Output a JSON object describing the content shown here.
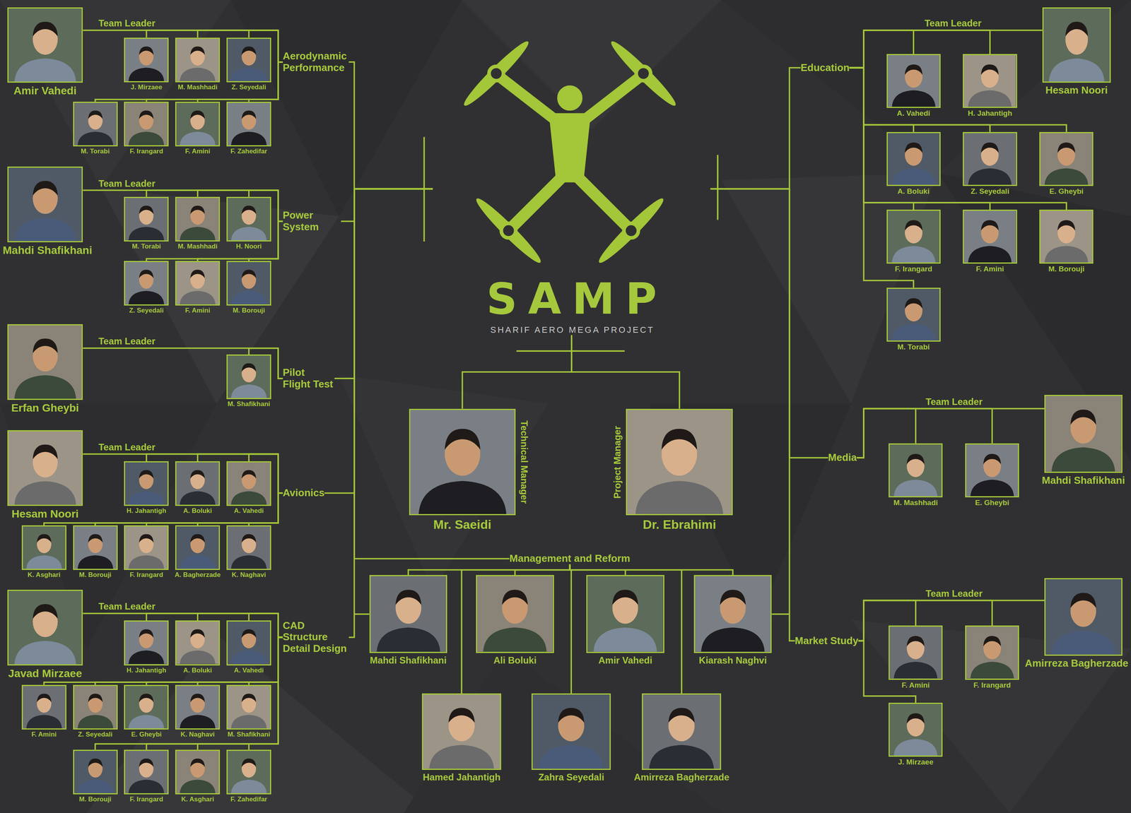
{
  "diagram": {
    "nodes": [
      {
        "text": [
          "SAMP",
          "SHARIF AERO MEGA PROJECT"
        ]
      },
      {
        "text": [
          "Aerodynamic Performance"
        ]
      },
      {
        "text": [
          "Amir Vahedi"
        ]
      },
      {
        "text": [
          "J. Mirzaee"
        ]
      },
      {
        "text": [
          "M. Mashhadi"
        ]
      },
      {
        "text": [
          "Z. Seyedali"
        ]
      },
      {
        "text": [
          "M. Torabi"
        ]
      },
      {
        "text": [
          "F. Irangard"
        ]
      },
      {
        "text": [
          "F. Amini"
        ]
      },
      {
        "text": [
          "F. Zahedifar"
        ]
      },
      {
        "text": [
          "Power System"
        ]
      },
      {
        "text": [
          "Mahdi Shafikhani"
        ]
      },
      {
        "text": [
          "M. Torabi"
        ]
      },
      {
        "text": [
          "M. Mashhadi"
        ]
      },
      {
        "text": [
          "H. Noori"
        ]
      },
      {
        "text": [
          "Z. Seyedali"
        ]
      },
      {
        "text": [
          "F. Amini"
        ]
      },
      {
        "text": [
          "M. Borouji"
        ]
      },
      {
        "text": [
          "Pilot Flight Test"
        ]
      },
      {
        "text": [
          "Erfan Gheybi"
        ]
      },
      {
        "text": [
          "M. Shafikhani"
        ]
      },
      {
        "text": [
          "Avionics"
        ]
      },
      {
        "text": [
          "Hesam Noori"
        ]
      },
      {
        "text": [
          "H. Jahantigh"
        ]
      },
      {
        "text": [
          "A. Boluki"
        ]
      },
      {
        "text": [
          "A. Vahedi"
        ]
      },
      {
        "text": [
          "K. Asghari"
        ]
      },
      {
        "text": [
          "M. Borouji"
        ]
      },
      {
        "text": [
          "F. Irangard"
        ]
      },
      {
        "text": [
          "A. Bagherzade"
        ]
      },
      {
        "text": [
          "K. Naghavi"
        ]
      },
      {
        "text": [
          "CAD Structure Detail Design"
        ]
      },
      {
        "text": [
          "Javad Mirzaee"
        ]
      },
      {
        "text": [
          "H. Jahantigh"
        ]
      },
      {
        "text": [
          "A. Boluki"
        ]
      },
      {
        "text": [
          "A. Vahedi"
        ]
      },
      {
        "text": [
          "F. Amini"
        ]
      },
      {
        "text": [
          "Z. Seyedali"
        ]
      },
      {
        "text": [
          "E. Gheybi"
        ]
      },
      {
        "text": [
          "K. Naghavi"
        ]
      },
      {
        "text": [
          "M. Shafikhani"
        ]
      },
      {
        "text": [
          "M. Borouji"
        ]
      },
      {
        "text": [
          "F. Irangard"
        ]
      },
      {
        "text": [
          "K. Asghari"
        ]
      },
      {
        "text": [
          "F. Zahedifar"
        ]
      },
      {
        "text": [
          "Mr. Saeidi",
          "Technical Manager"
        ]
      },
      {
        "text": [
          "Dr. Ebrahimi",
          "Project Manager"
        ]
      },
      {
        "text": [
          "Management and Reform"
        ]
      },
      {
        "text": [
          "Mahdi Shafikhani"
        ]
      },
      {
        "text": [
          "Ali Boluki"
        ]
      },
      {
        "text": [
          "Amir Vahedi"
        ]
      },
      {
        "text": [
          "Kiarash Naghvi"
        ]
      },
      {
        "text": [
          "Hamed Jahantigh"
        ]
      },
      {
        "text": [
          "Zahra Seyedali"
        ]
      },
      {
        "text": [
          "Amirreza Bagherzade"
        ]
      },
      {
        "text": [
          "Education"
        ]
      },
      {
        "text": [
          "Hesam Noori"
        ]
      },
      {
        "text": [
          "A. Vahedi"
        ]
      },
      {
        "text": [
          "H. Jahantigh"
        ]
      },
      {
        "text": [
          "A. Boluki"
        ]
      },
      {
        "text": [
          "Z. Seyedali"
        ]
      },
      {
        "text": [
          "E. Gheybi"
        ]
      },
      {
        "text": [
          "F. Irangard"
        ]
      },
      {
        "text": [
          "F. Amini"
        ]
      },
      {
        "text": [
          "M. Borouji"
        ]
      },
      {
        "text": [
          "M. Torabi"
        ]
      },
      {
        "text": [
          "Media"
        ]
      },
      {
        "text": [
          "Mahdi Shafikhani"
        ]
      },
      {
        "text": [
          "M. Mashhadi"
        ]
      },
      {
        "text": [
          "E. Gheybi"
        ]
      },
      {
        "text": [
          "Market Study"
        ]
      },
      {
        "text": [
          "Amirreza Bagherzade"
        ]
      },
      {
        "text": [
          "F. Amini"
        ]
      },
      {
        "text": [
          "F. Irangard"
        ]
      },
      {
        "text": [
          "J. Mirzaee"
        ]
      }
    ],
    "edges": [
      {
        "from": 0,
        "to": 45,
        "arrow": "none"
      },
      {
        "from": 0,
        "to": 46,
        "arrow": "none"
      },
      {
        "from": 1,
        "to": 0,
        "arrow": "none"
      },
      {
        "from": 10,
        "to": 0,
        "arrow": "none"
      },
      {
        "from": 18,
        "to": 0,
        "arrow": "none"
      },
      {
        "from": 21,
        "to": 0,
        "arrow": "none"
      },
      {
        "from": 31,
        "to": 0,
        "arrow": "none"
      },
      {
        "from": 47,
        "to": 0,
        "arrow": "none"
      },
      {
        "from": 55,
        "to": 0,
        "arrow": "none"
      },
      {
        "from": 66,
        "to": 0,
        "arrow": "none"
      },
      {
        "from": 70,
        "to": 0,
        "arrow": "none"
      },
      {
        "from": 2,
        "to": 1,
        "label": "Team Leader",
        "arrow": "none"
      },
      {
        "from": 3,
        "to": 1,
        "arrow": "none"
      },
      {
        "from": 4,
        "to": 1,
        "arrow": "none"
      },
      {
        "from": 5,
        "to": 1,
        "arrow": "none"
      },
      {
        "from": 6,
        "to": 1,
        "arrow": "none"
      },
      {
        "from": 7,
        "to": 1,
        "arrow": "none"
      },
      {
        "from": 8,
        "to": 1,
        "arrow": "none"
      },
      {
        "from": 9,
        "to": 1,
        "arrow": "none"
      },
      {
        "from": 11,
        "to": 10,
        "label": "Team Leader",
        "arrow": "none"
      },
      {
        "from": 12,
        "to": 10,
        "arrow": "none"
      },
      {
        "from": 13,
        "to": 10,
        "arrow": "none"
      },
      {
        "from": 14,
        "to": 10,
        "arrow": "none"
      },
      {
        "from": 15,
        "to": 10,
        "arrow": "none"
      },
      {
        "from": 16,
        "to": 10,
        "arrow": "none"
      },
      {
        "from": 17,
        "to": 10,
        "arrow": "none"
      },
      {
        "from": 19,
        "to": 18,
        "label": "Team Leader",
        "arrow": "none"
      },
      {
        "from": 20,
        "to": 18,
        "arrow": "none"
      },
      {
        "from": 22,
        "to": 21,
        "label": "Team Leader",
        "arrow": "none"
      },
      {
        "from": 23,
        "to": 21,
        "arrow": "none"
      },
      {
        "from": 24,
        "to": 21,
        "arrow": "none"
      },
      {
        "from": 25,
        "to": 21,
        "arrow": "none"
      },
      {
        "from": 26,
        "to": 21,
        "arrow": "none"
      },
      {
        "from": 27,
        "to": 21,
        "arrow": "none"
      },
      {
        "from": 28,
        "to": 21,
        "arrow": "none"
      },
      {
        "from": 29,
        "to": 21,
        "arrow": "none"
      },
      {
        "from": 30,
        "to": 21,
        "arrow": "none"
      },
      {
        "from": 32,
        "to": 31,
        "label": "Team Leader",
        "arrow": "none"
      },
      {
        "from": 33,
        "to": 31,
        "arrow": "none"
      },
      {
        "from": 34,
        "to": 31,
        "arrow": "none"
      },
      {
        "from": 35,
        "to": 31,
        "arrow": "none"
      },
      {
        "from": 36,
        "to": 31,
        "arrow": "none"
      },
      {
        "from": 37,
        "to": 31,
        "arrow": "none"
      },
      {
        "from": 38,
        "to": 31,
        "arrow": "none"
      },
      {
        "from": 39,
        "to": 31,
        "arrow": "none"
      },
      {
        "from": 40,
        "to": 31,
        "arrow": "none"
      },
      {
        "from": 41,
        "to": 31,
        "arrow": "none"
      },
      {
        "from": 42,
        "to": 31,
        "arrow": "none"
      },
      {
        "from": 43,
        "to": 31,
        "arrow": "none"
      },
      {
        "from": 44,
        "to": 31,
        "arrow": "none"
      },
      {
        "from": 48,
        "to": 47,
        "arrow": "none"
      },
      {
        "from": 49,
        "to": 47,
        "arrow": "none"
      },
      {
        "from": 50,
        "to": 47,
        "arrow": "none"
      },
      {
        "from": 51,
        "to": 47,
        "arrow": "none"
      },
      {
        "from": 52,
        "to": 47,
        "arrow": "none"
      },
      {
        "from": 53,
        "to": 47,
        "arrow": "none"
      },
      {
        "from": 54,
        "to": 47,
        "arrow": "none"
      },
      {
        "from": 56,
        "to": 55,
        "label": "Team Leader",
        "arrow": "none"
      },
      {
        "from": 57,
        "to": 55,
        "arrow": "none"
      },
      {
        "from": 58,
        "to": 55,
        "arrow": "none"
      },
      {
        "from": 59,
        "to": 55,
        "arrow": "none"
      },
      {
        "from": 60,
        "to": 55,
        "arrow": "none"
      },
      {
        "from": 61,
        "to": 55,
        "arrow": "none"
      },
      {
        "from": 62,
        "to": 55,
        "arrow": "none"
      },
      {
        "from": 63,
        "to": 55,
        "arrow": "none"
      },
      {
        "from": 64,
        "to": 55,
        "arrow": "none"
      },
      {
        "from": 65,
        "to": 55,
        "arrow": "none"
      },
      {
        "from": 67,
        "to": 66,
        "label": "Team Leader",
        "arrow": "none"
      },
      {
        "from": 68,
        "to": 66,
        "arrow": "none"
      },
      {
        "from": 69,
        "to": 66,
        "arrow": "none"
      },
      {
        "from": 71,
        "to": 70,
        "label": "Team Leader",
        "arrow": "none"
      },
      {
        "from": 72,
        "to": 70,
        "arrow": "none"
      },
      {
        "from": 73,
        "to": 70,
        "arrow": "none"
      },
      {
        "from": 74,
        "to": 70,
        "arrow": "none"
      }
    ]
  }
}
